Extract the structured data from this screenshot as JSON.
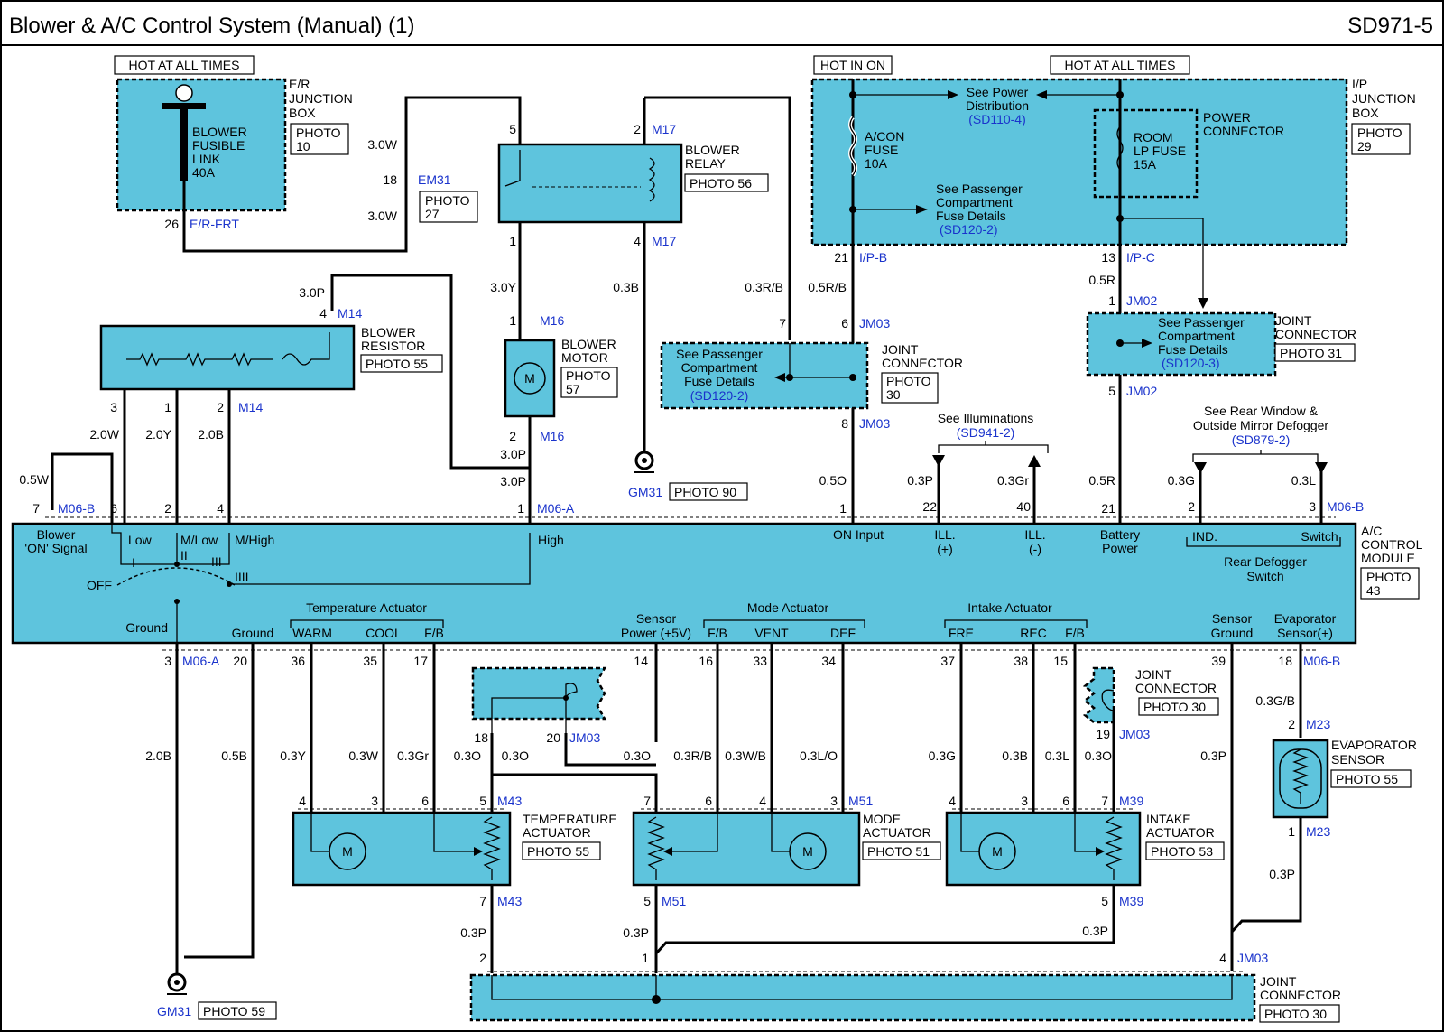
{
  "header": {
    "title": "Blower & A/C Control System (Manual) (1)",
    "code": "SD971-5"
  },
  "power": {
    "hot_at_all_times_1": "HOT AT ALL TIMES",
    "hot_in_on": "HOT IN ON",
    "hot_at_all_times_2": "HOT AT ALL TIMES"
  },
  "er_box": {
    "name": [
      "E/R",
      "JUNCTION",
      "BOX"
    ],
    "photo": [
      "PHOTO",
      "10"
    ],
    "fuse": [
      "BLOWER",
      "FUSIBLE",
      "LINK",
      "40A"
    ],
    "pin": "26",
    "conn": "E/R-FRT"
  },
  "em31": {
    "pin": "18",
    "conn": "EM31",
    "photo": [
      "PHOTO",
      "27"
    ],
    "wire_top": "3.0W",
    "wire_bot": "3.0W"
  },
  "relay": {
    "name": [
      "BLOWER",
      "RELAY"
    ],
    "photo": "PHOTO 56",
    "pin5": "5",
    "pin2": "2",
    "pin1": "1",
    "pin4": "4",
    "conn_top": "M17",
    "conn_bot": "M17"
  },
  "resistor": {
    "name": [
      "BLOWER",
      "RESISTOR"
    ],
    "photo": "PHOTO 55",
    "pin4": "4",
    "conn_top": "M14",
    "pin3": "3",
    "pin1": "1",
    "pin2": "2",
    "conn_bot": "M14",
    "wire_top": "3.0P"
  },
  "motor": {
    "name": [
      "BLOWER",
      "MOTOR"
    ],
    "photo": [
      "PHOTO",
      "57"
    ],
    "pin1": "1",
    "pin2": "2",
    "conn1": "M16",
    "conn2": "M16",
    "glyph": "M"
  },
  "ip_box": {
    "name": [
      "I/P",
      "JUNCTION",
      "BOX"
    ],
    "photo": [
      "PHOTO",
      "29"
    ],
    "see_power": [
      "See Power",
      "Distribution"
    ],
    "see_power_ref": "(SD110-4)",
    "acon_fuse": [
      "A/CON",
      "FUSE",
      "10A"
    ],
    "room_fuse": [
      "ROOM",
      "LP FUSE",
      "15A"
    ],
    "power_connector": [
      "POWER",
      "CONNECTOR"
    ],
    "see_pass": [
      "See Passenger",
      "Compartment",
      "Fuse Details"
    ],
    "see_pass_ref": "(SD120-2)",
    "pin21": "21",
    "conn21": "I/P-B",
    "pin13": "13",
    "conn13": "I/P-C"
  },
  "jm03_mid": {
    "name": [
      "JOINT",
      "CONNECTOR"
    ],
    "photo": [
      "PHOTO",
      "30"
    ],
    "see": [
      "See Passenger",
      "Compartment",
      "Fuse Details"
    ],
    "ref": "(SD120-2)",
    "pin7": "7",
    "pin6": "6",
    "pin8": "8",
    "conn_top": "JM03",
    "conn_bot": "JM03"
  },
  "jm02": {
    "name": [
      "JOINT",
      "CONNECTOR"
    ],
    "photo": "PHOTO 31",
    "see": [
      "See Passenger",
      "Compartment",
      "Fuse Details"
    ],
    "ref": "(SD120-3)",
    "pin1": "1",
    "pin5": "5",
    "conn_top": "JM02",
    "conn_bot": "JM02"
  },
  "illum": {
    "title": "See Illuminations",
    "ref": "(SD941-2)"
  },
  "rear_defog": {
    "title": [
      "See Rear Window &",
      "Outside Mirror Defogger"
    ],
    "ref": "(SD879-2)"
  },
  "wires": {
    "m17_4": "0.3B",
    "relay_1": "3.0Y",
    "pass_left": "0.3R/B",
    "pass_right": "0.5R/B",
    "ip_c": "0.5R",
    "b05w": "0.5W",
    "b20w": "2.0W",
    "b20y": "2.0Y",
    "b20b": "2.0B",
    "high_a": "3.0P",
    "high_b": "3.0P",
    "on_input": "0.5O",
    "ill_p": "0.3P",
    "ill_n": "0.3Gr",
    "batt": "0.5R",
    "ind": "0.3G",
    "sw": "0.3L"
  },
  "gm31_top": {
    "conn": "GM31",
    "photo": "PHOTO 90"
  },
  "module": {
    "name": [
      "A/C",
      "CONTROL",
      "MODULE"
    ],
    "photo": [
      "PHOTO",
      "43"
    ],
    "top_pins": {
      "p7": "7",
      "conn_left": "M06-B",
      "p6": "6",
      "p2": "2",
      "p4": "4",
      "p1": "1",
      "conn_a": "M06-A",
      "p1b": "1",
      "p22": "22",
      "p40": "40",
      "p21": "21",
      "p2b": "2",
      "p3": "3",
      "conn_right": "M06-B"
    },
    "labels": {
      "blower_on": [
        "Blower",
        "'ON' Signal"
      ],
      "low": "Low",
      "mlow": "M/Low",
      "mhigh": "M/High",
      "high": "High",
      "off": "OFF",
      "s1": "I",
      "s2": "II",
      "s3": "III",
      "s4": "IIII",
      "ground": "Ground",
      "on_input": "ON Input",
      "ill_p": [
        "ILL.",
        "(+)"
      ],
      "ill_n": [
        "ILL.",
        "(-)"
      ],
      "battery": [
        "Battery",
        "Power"
      ],
      "ind": "IND.",
      "switch": "Switch",
      "rear_defog": [
        "Rear Defogger",
        "Switch"
      ],
      "temp_act": "Temperature Actuator",
      "ground2": "Ground",
      "warm": "WARM",
      "cool": "COOL",
      "fb1": "F/B",
      "sensor_power": [
        "Sensor",
        "Power (+5V)"
      ],
      "mode_act": "Mode Actuator",
      "fb2": "F/B",
      "vent": "VENT",
      "def": "DEF",
      "intake_act": "Intake Actuator",
      "fre": "FRE",
      "rec": "REC",
      "fb3": "F/B",
      "sensor_ground": [
        "Sensor",
        "Ground"
      ],
      "evap": [
        "Evaporator",
        "Sensor(+)"
      ]
    },
    "bottom_pins": {
      "p3": "3",
      "conn_left": "M06-A",
      "p20": "20",
      "p36": "36",
      "p35": "35",
      "p17": "17",
      "p14": "14",
      "p16": "16",
      "p33": "33",
      "p34": "34",
      "p37": "37",
      "p38": "38",
      "p15": "15",
      "p39": "39",
      "p18": "18",
      "conn_right": "M06-B"
    }
  },
  "lower_wires": {
    "g20b": "2.0B",
    "g05b": "0.5B",
    "w03y": "0.3Y",
    "w03w": "0.3W",
    "w03gr": "0.3Gr",
    "w03o_a": "0.3O",
    "w03o_b": "0.3O",
    "w03o_c": "0.3O",
    "w03rb": "0.3R/B",
    "w03wb": "0.3W/B",
    "w03lo": "0.3L/O",
    "w03g": "0.3G",
    "w03b": "0.3B",
    "w03l": "0.3L",
    "w03o_d": "0.3O",
    "w03p": "0.3P",
    "w03gb": "0.3G/B",
    "p_left": "0.3P",
    "p_mid": "0.3P",
    "p_right": "0.3P",
    "p_evap": "0.3P"
  },
  "jm03_small": {
    "pin18": "18",
    "pin20": "20",
    "conn": "JM03"
  },
  "jm03_intake": {
    "name": [
      "JOINT",
      "CONNECTOR"
    ],
    "photo": "PHOTO 30",
    "pin19": "19",
    "conn": "JM03"
  },
  "temp_actuator": {
    "name": [
      "TEMPERATURE",
      "ACTUATOR"
    ],
    "photo": "PHOTO 55",
    "p4": "4",
    "p3": "3",
    "p6": "6",
    "p5": "5",
    "conn": "M43",
    "p7": "7",
    "conn_bot": "M43",
    "glyph": "M"
  },
  "mode_actuator": {
    "name": [
      "MODE",
      "ACTUATOR"
    ],
    "photo": "PHOTO 51",
    "p7": "7",
    "p6": "6",
    "p4": "4",
    "p3": "3",
    "conn": "M51",
    "p5": "5",
    "conn_bot": "M51",
    "glyph": "M"
  },
  "intake_actuator": {
    "name": [
      "INTAKE",
      "ACTUATOR"
    ],
    "photo": "PHOTO 53",
    "p4": "4",
    "p3": "3",
    "p6": "6",
    "p7": "7",
    "conn": "M39",
    "p5": "5",
    "conn_bot": "M39",
    "glyph": "M"
  },
  "evap_sensor": {
    "name": [
      "EVAPORATOR",
      "SENSOR"
    ],
    "photo": "PHOTO 55",
    "p2": "2",
    "conn_top": "M23",
    "p1": "1",
    "conn_bot": "M23"
  },
  "jm03_bottom": {
    "name": [
      "JOINT",
      "CONNECTOR"
    ],
    "photo": "PHOTO 30",
    "p2": "2",
    "p1": "1",
    "p4": "4",
    "conn": "JM03"
  },
  "gm31_bot": {
    "conn": "GM31",
    "photo": "PHOTO 59"
  }
}
